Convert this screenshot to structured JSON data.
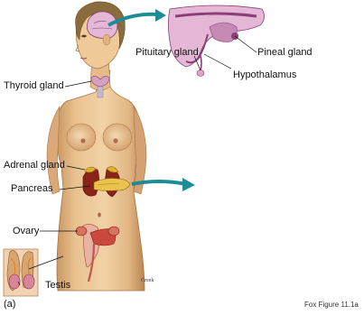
{
  "labels": {
    "pineal_gland": "Pineal gland",
    "pituitary_gland": "Pituitary gland",
    "hypothalamus": "Hypothalamus",
    "thyroid_gland": "Thyroid gland",
    "adrenal_gland": "Adrenal gland",
    "pancreas": "Pancreas",
    "ovary": "Ovary",
    "testis": "Testis"
  },
  "panel_letter": "(a)",
  "figure_credit": "Fox Figure 11.1a",
  "artist_signature": "Creek",
  "colors": {
    "skin": "#ecc795",
    "skin_shadow": "#c9955f",
    "hair": "#8a6b3c",
    "brain_tissue": "#e4b7d6",
    "brain_dark": "#8a3f76",
    "arrow_teal": "#1d8c97",
    "gland_yellow": "#e2b22a",
    "kidney": "#8a2418",
    "uterus_red": "#c94a3c",
    "testis_pink": "#d7869a"
  }
}
